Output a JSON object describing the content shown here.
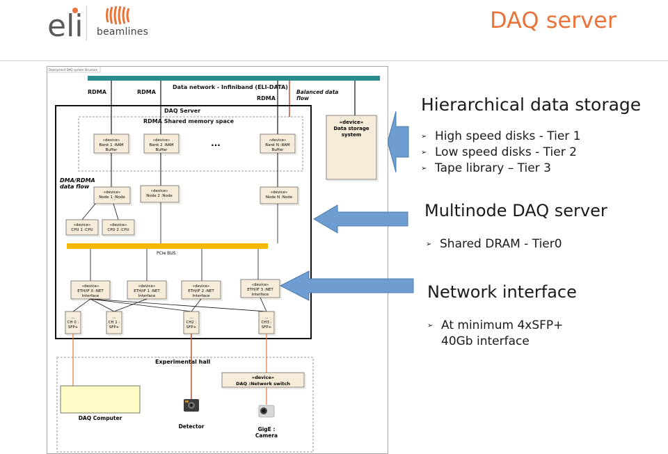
{
  "header": {
    "logo_text": "eli",
    "beamlines_label": "beamlines",
    "slide_title": "DAQ server",
    "accent_color": "#e8743b"
  },
  "diagram": {
    "frame_title": "Deployment DAQ system Structure",
    "top_bus_label": "Data network - Infiniband (ELI-DATA)",
    "rdma_labels": [
      "RDMA",
      "RDMA",
      "RDMA"
    ],
    "balanced_flow": [
      "Balanced data",
      "flow"
    ],
    "daq_server_label": "DAQ Server",
    "shared_mem_label": "RDMA Shared memory space",
    "stereotype": "«device»",
    "banks": [
      [
        "Bank 1 :RAM",
        "Buffer"
      ],
      [
        "Bank 2 :RAM",
        "Buffer"
      ],
      [
        "Bank N :RAM",
        "Buffer"
      ]
    ],
    "ellipsis": "...",
    "storage": [
      "Data storage",
      "system"
    ],
    "dma_label": [
      "DMA/RDMA",
      "data flow"
    ],
    "nodes": [
      "Node 1 :Node",
      "Node 2 :Node",
      "Node N :Node"
    ],
    "cpus": [
      "CPU 1 :CPU",
      "CPU 2 :CPU"
    ],
    "pcie_label": "PCIe BUS",
    "eths": [
      [
        "ETH/IF 0 :NET",
        "Interface"
      ],
      [
        "ETH/IF 1 :NET",
        "Interface"
      ],
      [
        "ETH/IF 2 :NET",
        "Interface"
      ],
      [
        "ETH/IF 3 :NET",
        "Interface"
      ]
    ],
    "channels": [
      [
        "...",
        "CH 0 :",
        "SFP+"
      ],
      [
        "...",
        "CH 1 :",
        "SFP+"
      ],
      [
        "...",
        "CH2 :",
        "SFP+"
      ],
      [
        "...",
        "CH3 :",
        "SFP+"
      ]
    ],
    "exp_hall_label": "Experimental hall",
    "net_switch": "DAQ :Network switch",
    "daq_computer_label": "DAQ Computer",
    "detector_label": "Detector",
    "camera_label": [
      "GigE :",
      "Camera"
    ]
  },
  "sections": {
    "storage_title": "Hierarchical data storage",
    "storage_bullets": [
      "High speed disks - Tier 1",
      "Low speed disks - Tier 2",
      "Tape library – Tier 3"
    ],
    "multinode_title": "Multinode DAQ server",
    "multinode_bullets": [
      "Shared DRAM - Tier0"
    ],
    "network_title": "Network interface",
    "network_bullets": [
      "At minimum 4xSFP+",
      "40Gb interface"
    ],
    "bullet_marker": "➢"
  },
  "colors": {
    "arrow_fill": "#6d9dd1",
    "bus_teal": "#2a8c8c",
    "pcie_yellow": "#f5b700",
    "box_fill": "#f6ecd9",
    "daq_computer_fill": "#fffbc4",
    "flow_red": "#b5552a",
    "flow_orange": "#e8743b"
  }
}
